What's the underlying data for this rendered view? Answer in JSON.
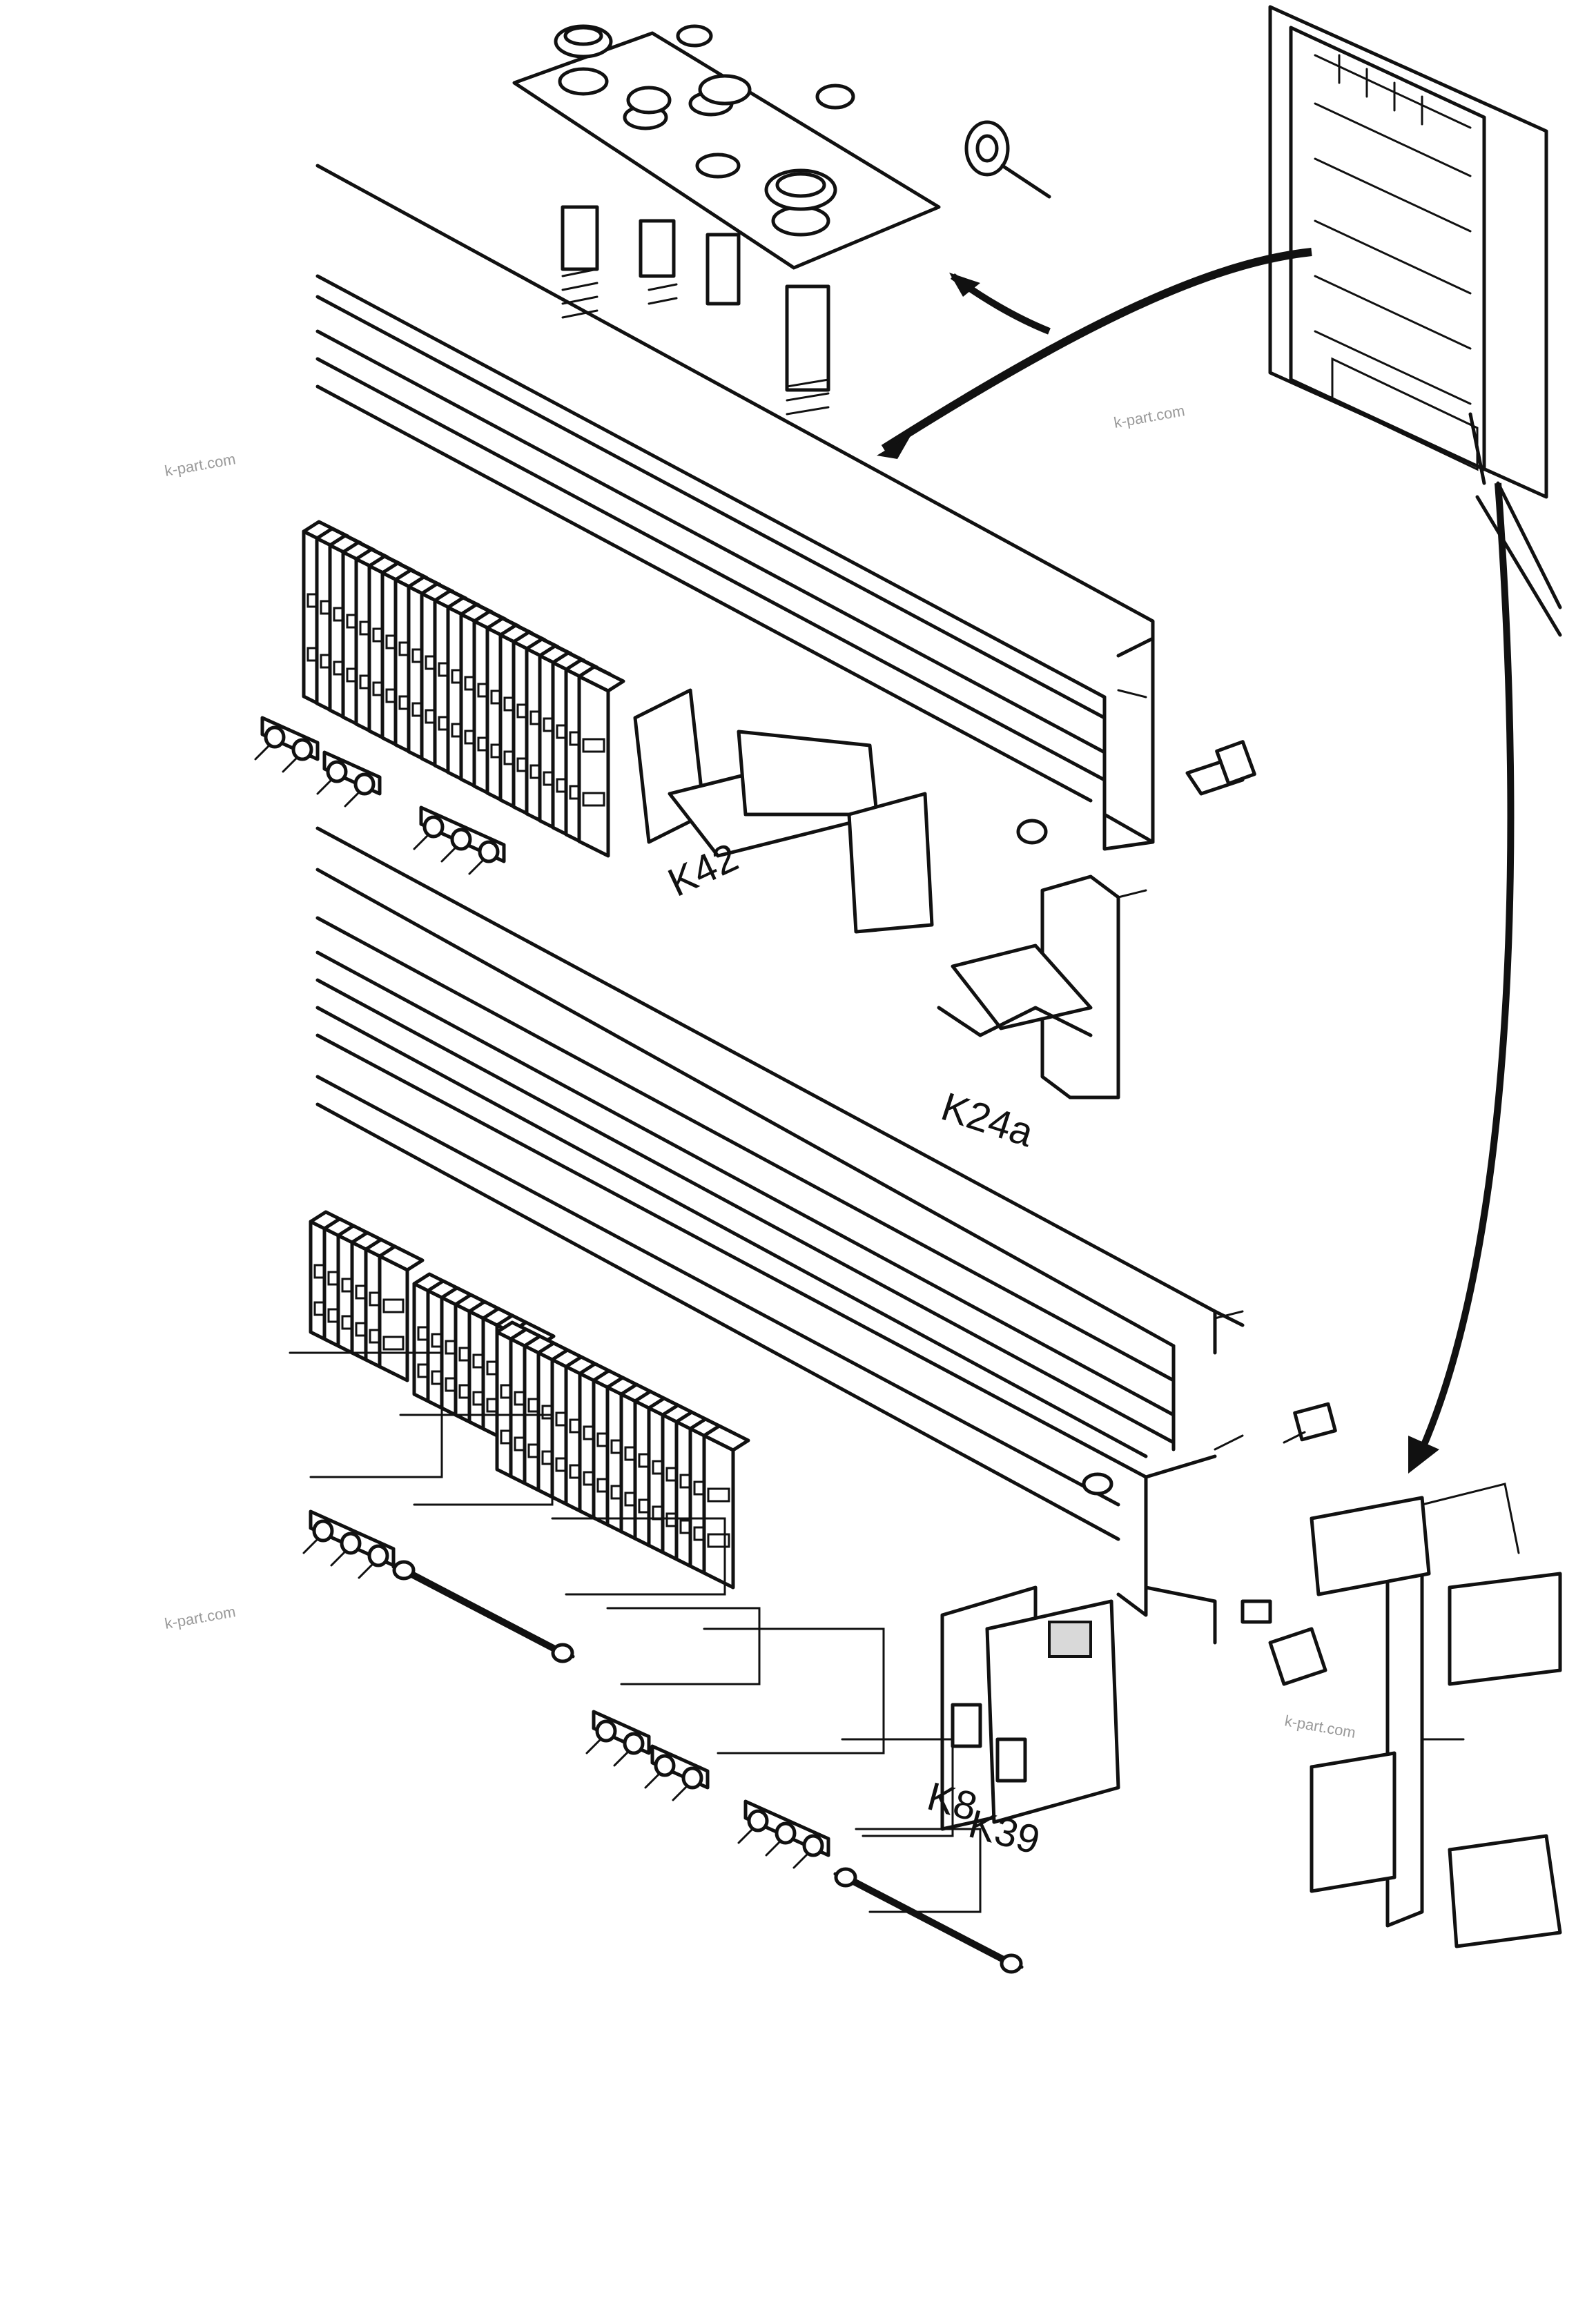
{
  "diagram": {
    "labels": {
      "k42": "K42",
      "k24a": "K24a",
      "k8": "K8",
      "k39": "K39"
    },
    "watermarks": [
      "k-part.com",
      "k-part.com",
      "k-part.com",
      "k-part.com"
    ]
  }
}
